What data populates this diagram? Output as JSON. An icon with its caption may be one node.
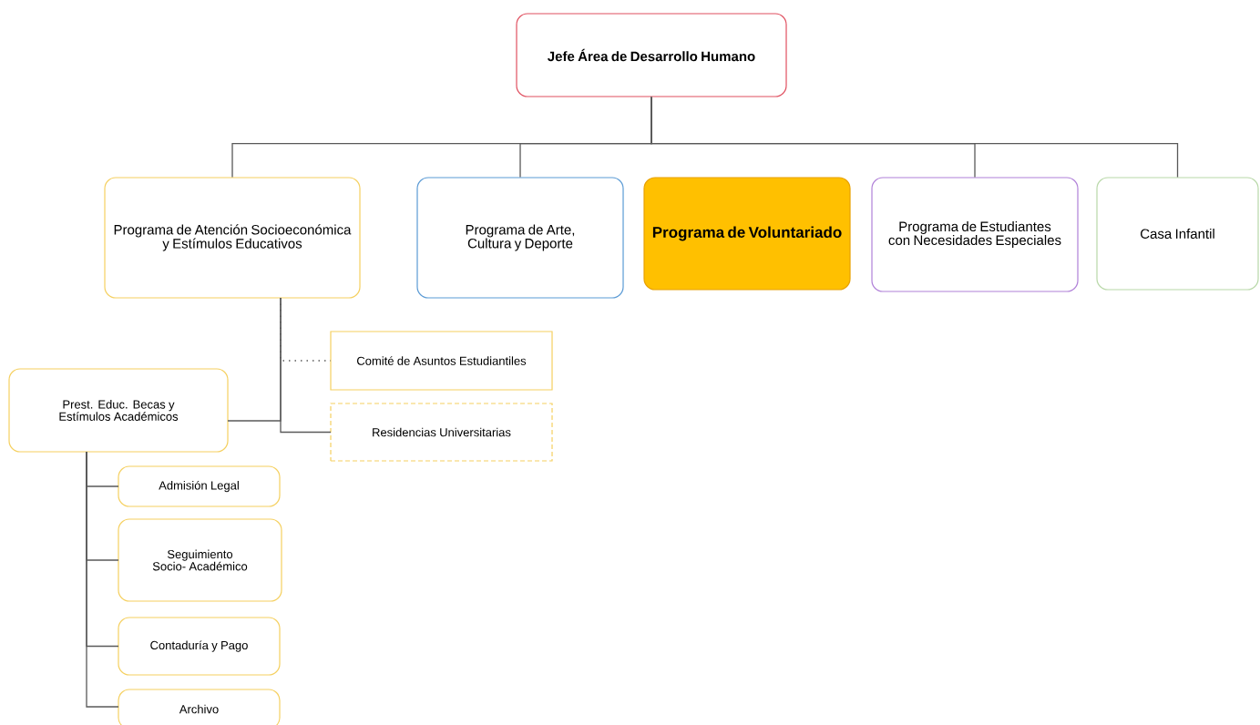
{
  "diagram": {
    "nodes": [
      {
        "text": [
          "Jefe Área de Desarrollo Humano"
        ]
      },
      {
        "text": [
          "Programa de Atención Socioeconómica y Estímulos Educativos"
        ]
      },
      {
        "text": [
          "Programa de Arte, Cultura y Deporte"
        ]
      },
      {
        "text": [
          "Programa de Voluntariado"
        ]
      },
      {
        "text": [
          "Programa de Estudiantes con Necesidades Especiales"
        ]
      },
      {
        "text": [
          "Casa Infantil"
        ]
      },
      {
        "text": [
          "Comité de Asuntos Estudiantiles"
        ]
      },
      {
        "text": [
          "Prest. Educ. Becas y Estímulos Académicos"
        ]
      },
      {
        "text": [
          "Residencias Universitarias"
        ]
      },
      {
        "text": [
          "Admisión Legal"
        ]
      },
      {
        "text": [
          "Seguimiento Socio- Académico"
        ]
      },
      {
        "text": [
          "Contaduría y Pago"
        ]
      },
      {
        "text": [
          "Archivo"
        ]
      }
    ],
    "edges": [
      {
        "from": 0,
        "to": 1,
        "arrow": "none"
      },
      {
        "from": 0,
        "to": 2,
        "arrow": "none"
      },
      {
        "from": 0,
        "to": 4,
        "arrow": "none"
      },
      {
        "from": 0,
        "to": 5,
        "arrow": "none"
      },
      {
        "from": 1,
        "to": 6,
        "arrow": "none",
        "style": "dashed"
      },
      {
        "from": 1,
        "to": 7,
        "arrow": "none"
      },
      {
        "from": 1,
        "to": 8,
        "arrow": "none"
      },
      {
        "from": 7,
        "to": 9,
        "arrow": "none"
      },
      {
        "from": 7,
        "to": 10,
        "arrow": "none"
      },
      {
        "from": 7,
        "to": 11,
        "arrow": "none"
      },
      {
        "from": 7,
        "to": 12,
        "arrow": "none"
      }
    ]
  }
}
